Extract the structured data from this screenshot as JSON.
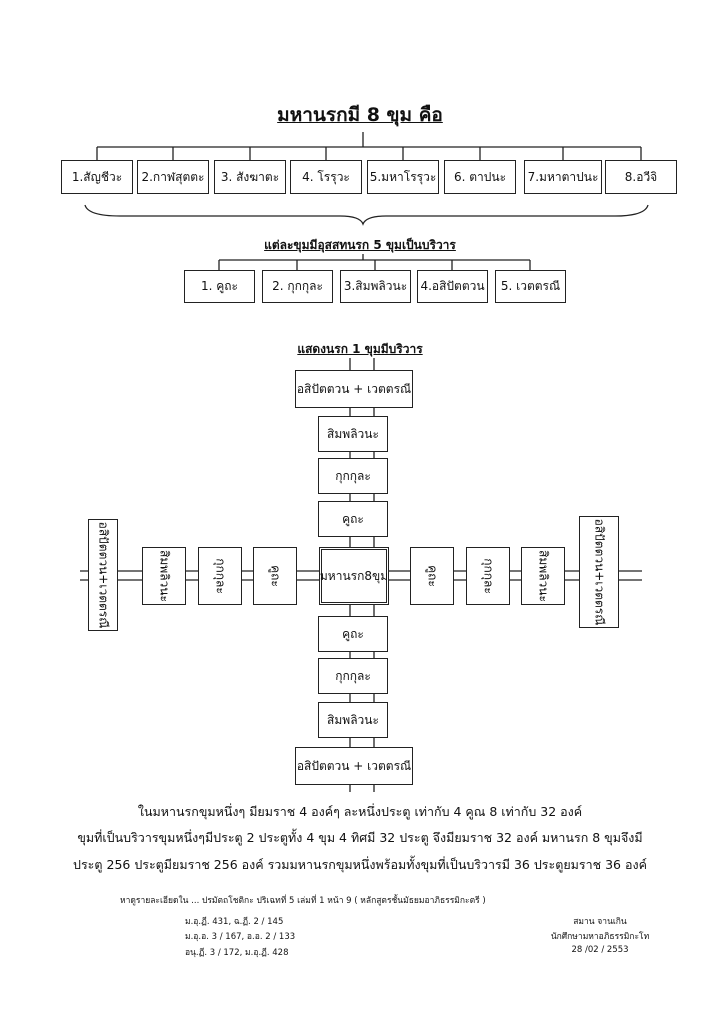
{
  "title": "มหานรกมี 8 ขุม คือ",
  "main_hells": [
    "1.สัญชีวะ",
    "2.กาฬสุตตะ",
    "3. สังฆาตะ",
    "4. โรรุวะ",
    "5.มหาโรรุวะ",
    "6. ตาปนะ",
    "7.มหาตาปนะ",
    "8.อวีจิ"
  ],
  "subtitle": "แต่ละขุมมีอุสสทนรก 5 ขุมเป็นบริวาร",
  "sub_hells": [
    "1. คูถะ",
    "2. กุกกุละ",
    "3.สิมพลิวนะ",
    "4.อสิปัตตวน",
    "5. เวตตรณี"
  ],
  "diagram_title": "แสดงนรก 1 ขุมมีบริวาร",
  "diagram": {
    "center": "มหานรก8ขุม",
    "top": [
      "อสิปัตตวน + เวตตรณี",
      "สิมพลิวนะ",
      "กุกกุละ",
      "คูถะ"
    ],
    "bottom": [
      "คูถะ",
      "กุกกุละ",
      "สิมพลิวนะ",
      "อสิปัตตวน + เวตตรณี"
    ],
    "left": [
      "อสิปัตตวน+เวตตรณี",
      "สิมพลิวนะ",
      "กุกกุละ",
      "คูถะ"
    ],
    "right": [
      "คูถะ",
      "กุกกุละ",
      "สิมพลิวนะ",
      "อสิปัตตวน+เวตตรณี"
    ]
  },
  "paragraph": [
    "ในมหานรกขุมหนึ่งๆ มียมราช 4 องค์ๆ ละหนึ่งประตู เท่ากับ 4 คูณ 8 เท่ากับ 32 องค์",
    "ขุมที่เป็นบริวารขุมหนึ่งๆมีประตู 2 ประตูทั้ง 4 ขุม 4 ทิศมี 32 ประตู จึงมียมราช 32 องค์ มหานรก 8 ขุมจึงมี",
    "ประตู 256 ประตูมียมราช 256 องค์ รวมมหานรกขุมหนึ่งพร้อมทั้งขุมที่เป็นบริวารมี 36 ประตูยมราช 36 องค์"
  ],
  "references": {
    "lead": "หาดูรายละเอียดใน ... ปรมัตถโชติกะ ปริเฉทที่ 5 เล่มที่ 1 หน้า 9 ( หลักสูตรชั้นมัธยมอาภิธรรมิกะตรี )",
    "lines": [
      "ม.อุ.ฏี. 431, ฉ.ฏี. 2 / 145",
      "ม.อุ.อ. 3 / 167, อ.อ. 2 / 133",
      "อนุ.ฏี. 3 / 172, ม.อุ.ฏี. 428"
    ]
  },
  "author": {
    "name": "สมาน จานเกิน",
    "role": "นักศึกษามหาอภิธรรมิกะโท",
    "date": "28 /02 / 2553"
  }
}
